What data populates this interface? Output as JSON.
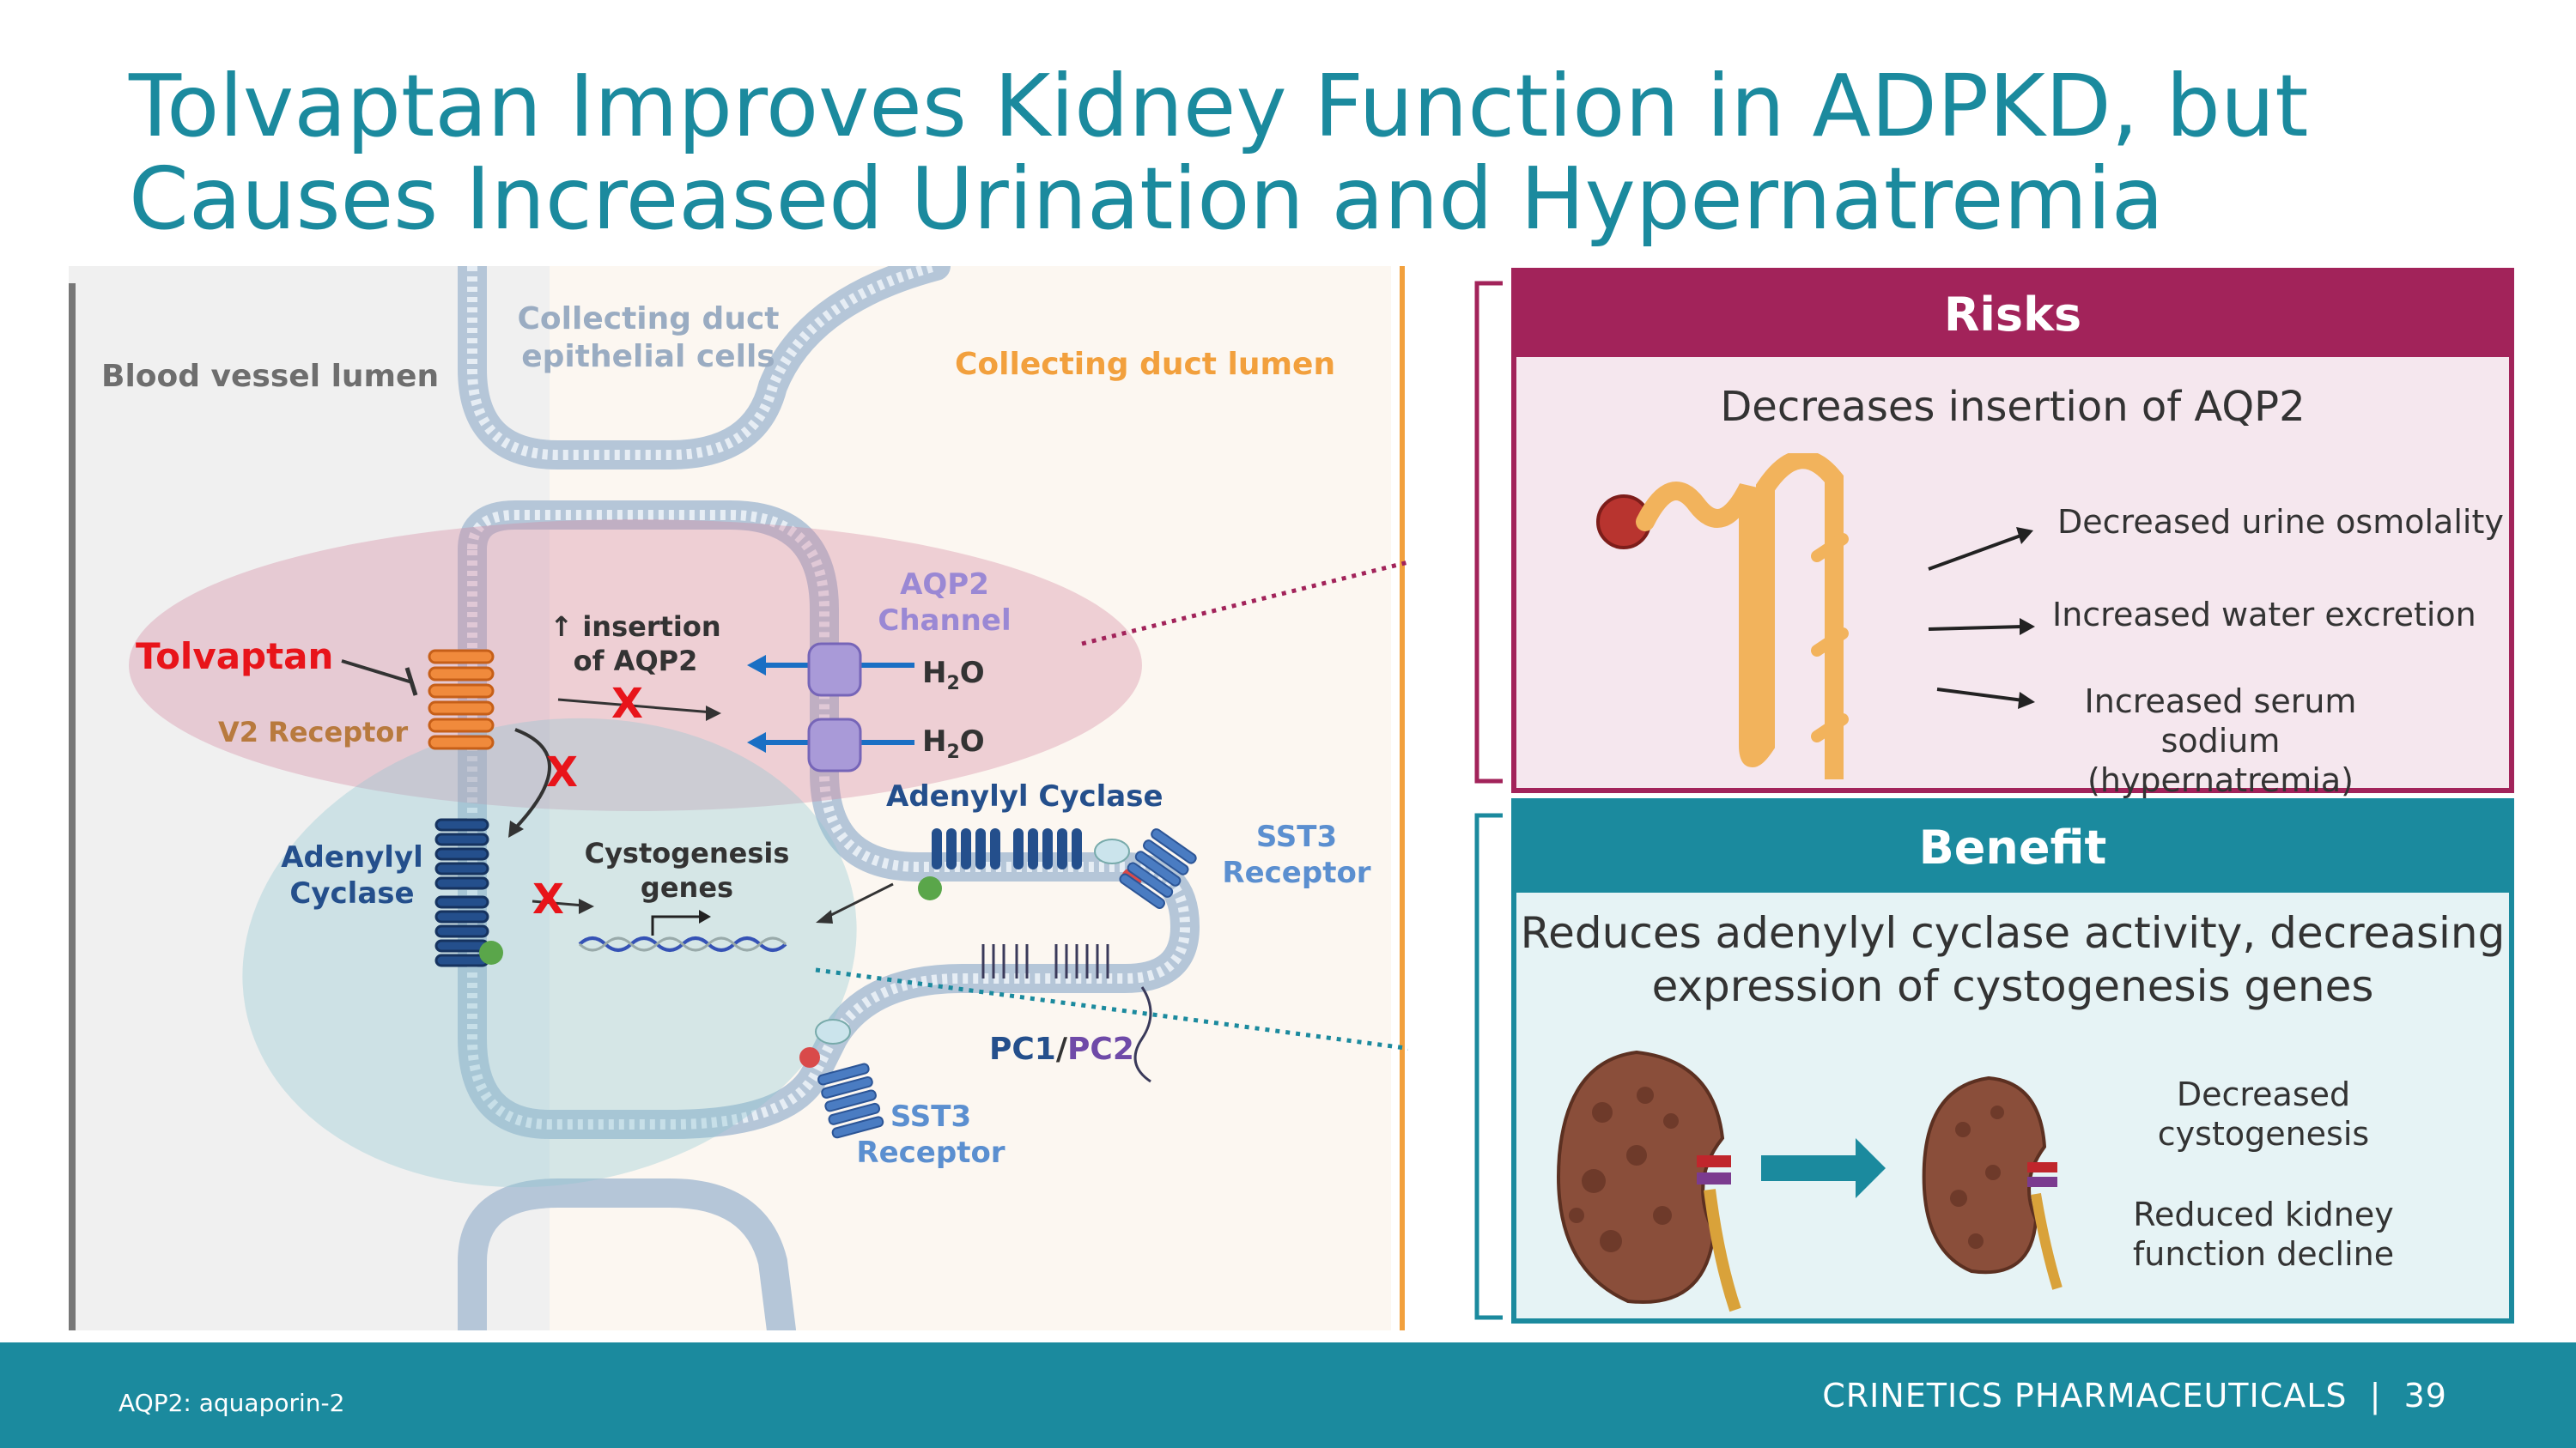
{
  "title": {
    "line1": "Tolvaptan Improves Kidney Function in ADPKD, but",
    "line2": "Causes Increased Urination and Hypernatremia"
  },
  "diagram": {
    "blood_vessel_lumen": "Blood vessel lumen",
    "epithelial_cells_1": "Collecting duct",
    "epithelial_cells_2": "epithelial cells",
    "duct_lumen": "Collecting duct lumen",
    "tolvaptan": "Tolvaptan",
    "v2_receptor": "V2 Receptor",
    "insertion_1": "↑ insertion",
    "insertion_2": "of AQP2",
    "aqp2_1": "AQP2",
    "aqp2_2": "Channel",
    "h2o_a": "H",
    "h2o_sub": "2",
    "h2o_b": "O",
    "adenylyl_left_1": "Adenylyl",
    "adenylyl_left_2": "Cyclase",
    "cystogenesis_1": "Cystogenesis",
    "cystogenesis_2": "genes",
    "adenylyl_right": "Adenylyl Cyclase",
    "sst3_right_1": "SST3",
    "sst3_right_2": "Receptor",
    "sst3_bottom_1": "SST3",
    "sst3_bottom_2": "Receptor",
    "pc1": "PC1",
    "slash": "/",
    "pc2": "PC2",
    "x_mark": "X"
  },
  "risks": {
    "header": "Risks",
    "subtitle": "Decreases insertion of AQP2",
    "items": [
      "Decreased urine osmolality",
      "Increased water excretion",
      "Increased serum sodium",
      "(hypernatremia)"
    ]
  },
  "benefit": {
    "header": "Benefit",
    "subtitle_1": "Reduces adenylyl cyclase activity, decreasing",
    "subtitle_2": "expression of cystogenesis genes",
    "items": [
      "Decreased",
      "cystogenesis",
      "Reduced kidney",
      "function decline"
    ]
  },
  "footer": {
    "footnote": "AQP2: aquaporin-2",
    "brand": "CRINETICS PHARMACEUTICALS  |  39"
  },
  "colors": {
    "teal": "#1b8a9e",
    "magenta": "#a2235a",
    "orange": "#f2a03d",
    "red": "#e8141a"
  }
}
